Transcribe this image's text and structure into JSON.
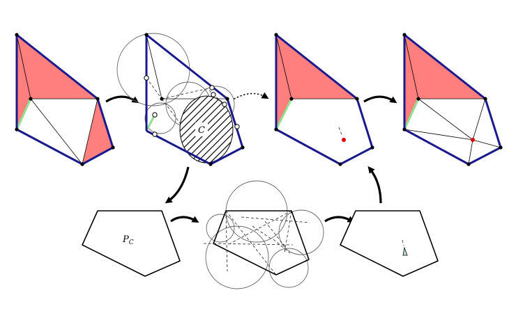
{
  "labels": {
    "cell_label": "C",
    "polygon_label": "P",
    "polygon_label_sub": "C"
  },
  "colors": {
    "boundary": "#1a1a8c",
    "triangle_fill": "#ff7f7f",
    "constraint_edge": "#8fe08f",
    "marker": "#e00000"
  }
}
